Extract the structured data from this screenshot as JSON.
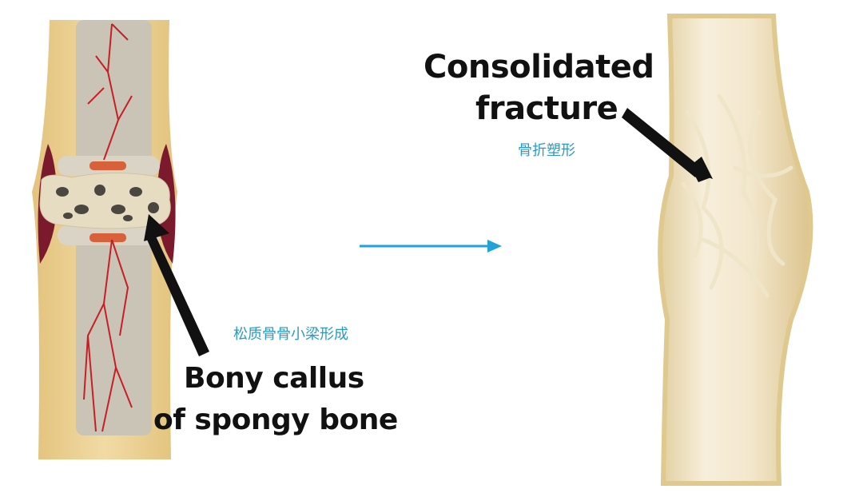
{
  "labels": {
    "left_title_line1": "Bony callus",
    "left_title_line2": "of spongy bone",
    "left_caption_zh": "松质骨骨小梁形成",
    "right_title_line1": "Consolidated",
    "right_title_line2": "fracture",
    "right_caption_zh": "骨折塑形"
  },
  "colors": {
    "caption": "#2a9bc4",
    "arrow": "#1fa3d8",
    "bone_outer": "#e9cd8e",
    "marrow": "#c9c4b6",
    "vessel": "#c81e24"
  }
}
